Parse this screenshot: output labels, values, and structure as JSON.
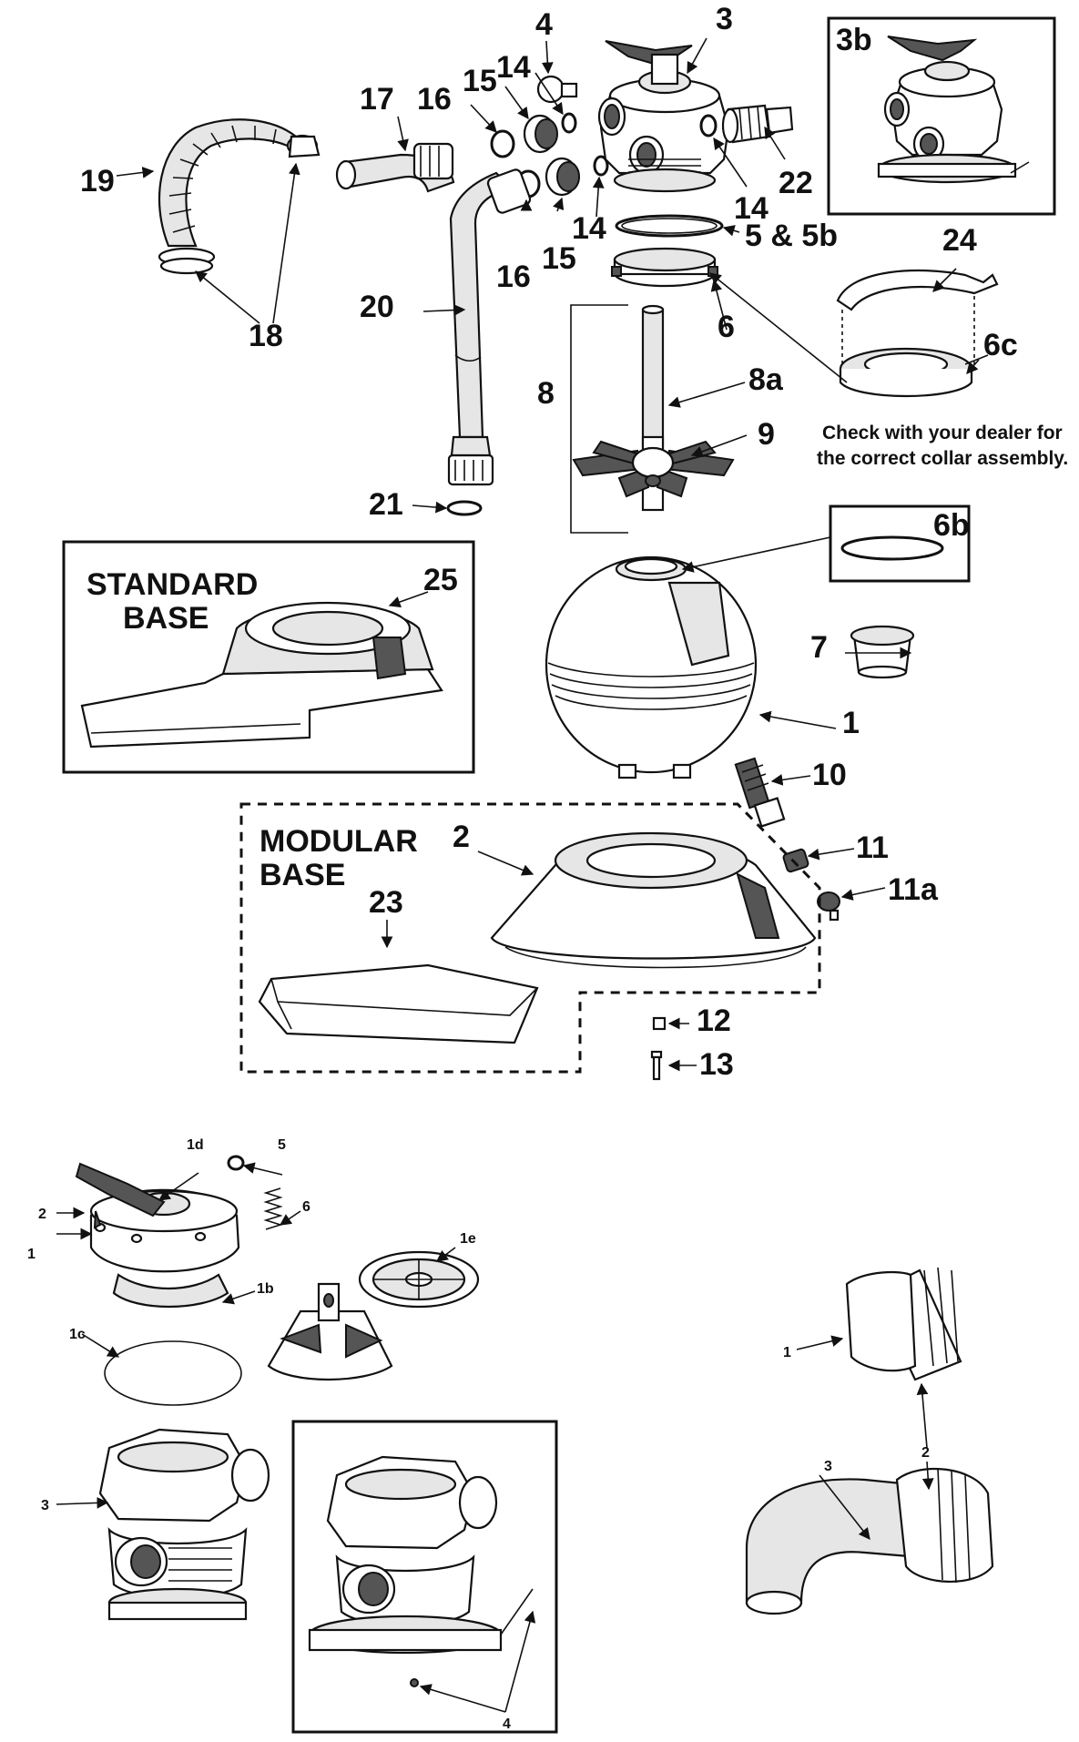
{
  "labels": {
    "l1": "1",
    "l2": "2",
    "l3": "3",
    "l3b": "3b",
    "l4": "4",
    "l5_5b": "5 & 5b",
    "l6": "6",
    "l6b": "6b",
    "l6c": "6c",
    "l7": "7",
    "l8": "8",
    "l8a": "8a",
    "l9": "9",
    "l10": "10",
    "l11": "11",
    "l11a": "11a",
    "l12": "12",
    "l13": "13",
    "l14a": "14",
    "l14b": "14",
    "l14c": "14",
    "l14d": "14",
    "l15a": "15",
    "l15b": "15",
    "l16a": "16",
    "l16b": "16",
    "l17": "17",
    "l18": "18",
    "l19": "19",
    "l20": "20",
    "l21": "21",
    "l22": "22",
    "l23": "23",
    "l24": "24",
    "l25": "25"
  },
  "boxes": {
    "standard_line1": "STANDARD",
    "standard_line2": "BASE",
    "modular_line1": "MODULAR",
    "modular_line2": "BASE"
  },
  "note": {
    "line1": "Check with your dealer for",
    "line2": "the correct collar assembly."
  },
  "valve_labels": {
    "v1": "1",
    "v1b": "1b",
    "v1c": "1c",
    "v1d": "1d",
    "v1e": "1e",
    "v2": "2",
    "v3": "3",
    "v4": "4",
    "v5": "5",
    "v6": "6"
  },
  "union_labels": {
    "u1": "1",
    "u2": "2",
    "u3": "3"
  }
}
